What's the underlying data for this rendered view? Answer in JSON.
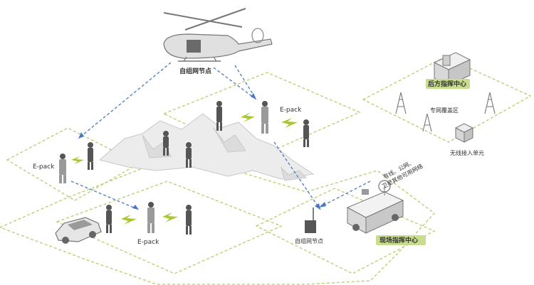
{
  "labels": {
    "heli_node": "自组网节点",
    "rear_command": "后方指挥中心",
    "private_net_coverage": "专网覆盖区",
    "wireless_access_unit": "无线接入单元",
    "network_note_line1": "有线、公网、",
    "network_note_line2": "卫星其他可用网络",
    "epack_top": "E-pack",
    "epack_left": "E-pack",
    "epack_bottom": "E-pack",
    "vehicle_node": "自组网节点",
    "field_command": "现场指挥中心"
  },
  "colors": {
    "zone_border": "#b8cc6a",
    "dashed_link": "#4a78c2",
    "lightning": "#a8c832",
    "badge_fill": "#c9dd8f",
    "mountain": "#d9d9d9",
    "figure": "#555555"
  }
}
